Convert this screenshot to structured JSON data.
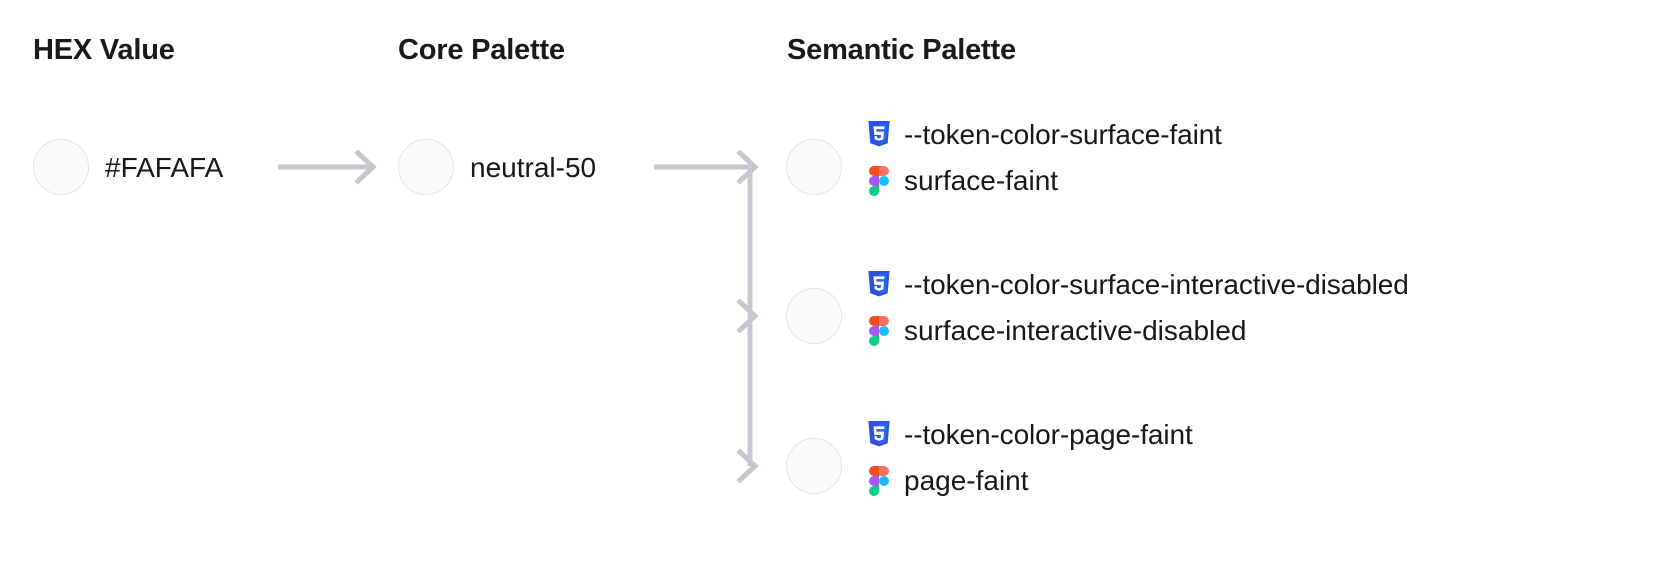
{
  "columns": {
    "hex": {
      "title": "HEX Value"
    },
    "core": {
      "title": "Core Palette"
    },
    "semantic": {
      "title": "Semantic Palette"
    }
  },
  "swatch_color": "#FAFAFA",
  "swatch_border_color": "#E4E4E7",
  "connector_color": "#C5C8CE",
  "hex": {
    "value": "#FAFAFA"
  },
  "core": {
    "value": "neutral-50"
  },
  "semantic_tokens": [
    {
      "css_variable": "--token-color-surface-faint",
      "figma_name": "surface-faint",
      "css_icon": "css3-icon",
      "figma_icon": "figma-icon"
    },
    {
      "css_variable": "--token-color-surface-interactive-disabled",
      "figma_name": "surface-interactive-disabled",
      "css_icon": "css3-icon",
      "figma_icon": "figma-icon"
    },
    {
      "css_variable": "--token-color-page-faint",
      "figma_name": "page-faint",
      "css_icon": "css3-icon",
      "figma_icon": "figma-icon"
    }
  ],
  "icon_colors": {
    "css3_shield": "#2C51E0",
    "css3_shield_light": "#2965F1",
    "figma_orange": "#F24E1E",
    "figma_red": "#FF7262",
    "figma_purple": "#A259FF",
    "figma_blue": "#1ABCFE",
    "figma_green": "#0ACF83"
  }
}
